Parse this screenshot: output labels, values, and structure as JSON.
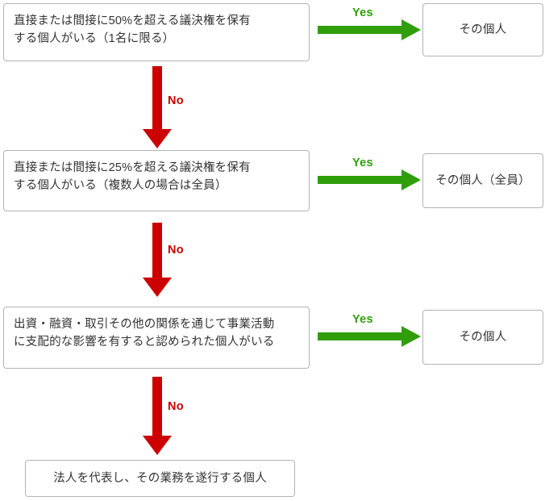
{
  "diagram": {
    "type": "flowchart",
    "title": "",
    "colors": {
      "yes_green": "#2f9e0a",
      "no_red": "#cc0000",
      "box_border": "#b3b3b3",
      "text": "#333333",
      "background": "#ffffff"
    },
    "steps": [
      {
        "id": "q1",
        "question": "直接または間接に50%を超える議決権を保有\nする個人がいる（1名に限る）",
        "yes_label": "Yes",
        "no_label": "No",
        "yes_result": "その個人"
      },
      {
        "id": "q2",
        "question": "直接または間接に25%を超える議決権を保有\nする個人がいる（複数人の場合は全員）",
        "yes_label": "Yes",
        "no_label": "No",
        "yes_result": "その個人（全員）"
      },
      {
        "id": "q3",
        "question": "出資・融資・取引その他の関係を通じて事業活動\nに支配的な影響を有すると認められた個人がいる",
        "yes_label": "Yes",
        "no_label": "No",
        "yes_result": "その個人"
      }
    ],
    "terminal": {
      "id": "final",
      "text": "法人を代表し、その業務を遂行する個人"
    }
  }
}
